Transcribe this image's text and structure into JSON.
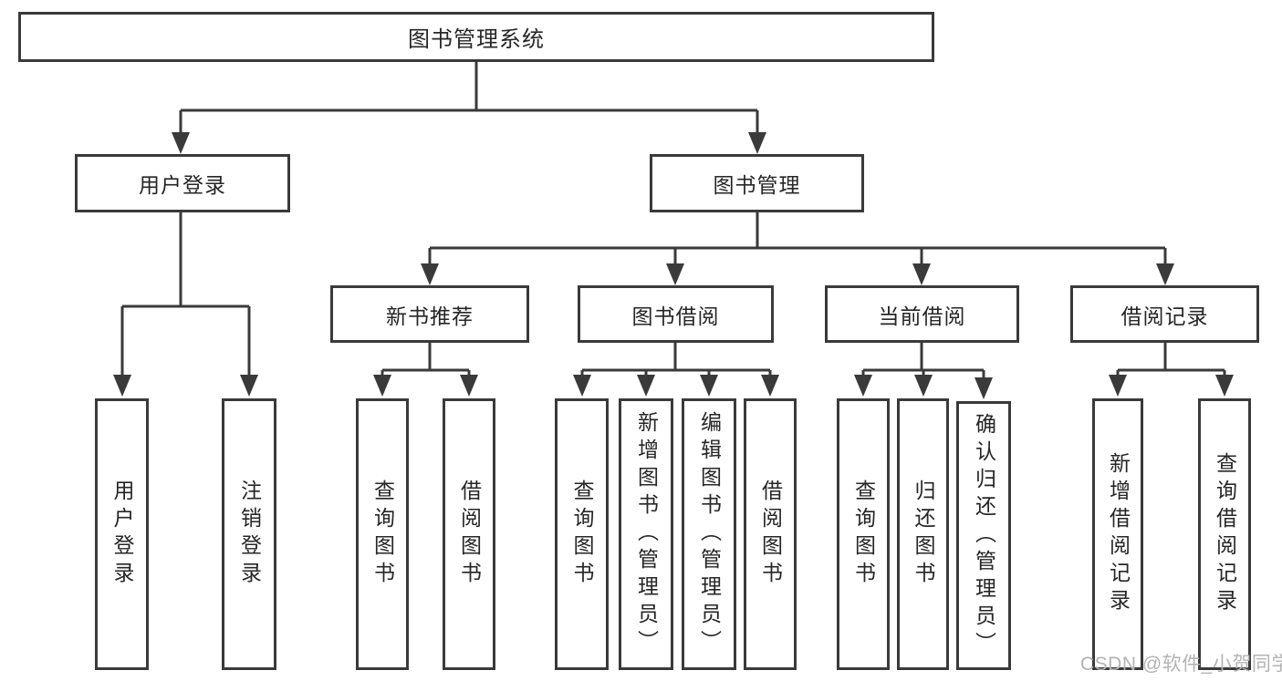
{
  "diagram": {
    "root": {
      "label": "图书管理系统"
    },
    "level2": [
      {
        "label": "用户登录"
      },
      {
        "label": "图书管理"
      }
    ],
    "level3": [
      {
        "label": "新书推荐",
        "parent": "图书管理"
      },
      {
        "label": "图书借阅",
        "parent": "图书管理"
      },
      {
        "label": "当前借阅",
        "parent": "图书管理"
      },
      {
        "label": "借阅记录",
        "parent": "图书管理"
      }
    ],
    "leaves": [
      {
        "label": "用户登录",
        "parent": "用户登录"
      },
      {
        "label": "注销登录",
        "parent": "用户登录"
      },
      {
        "label": "查询图书",
        "parent": "新书推荐"
      },
      {
        "label": "借阅图书",
        "parent": "新书推荐"
      },
      {
        "label": "查询图书",
        "parent": "图书借阅"
      },
      {
        "label": "新增图书（管理员）",
        "parent": "图书借阅"
      },
      {
        "label": "编辑图书（管理员）",
        "parent": "图书借阅"
      },
      {
        "label": "借阅图书",
        "parent": "图书借阅"
      },
      {
        "label": "查询图书",
        "parent": "当前借阅"
      },
      {
        "label": "归还图书",
        "parent": "当前借阅"
      },
      {
        "label": "确认归还（管理员）",
        "parent": "当前借阅"
      },
      {
        "label": "新增借阅记录",
        "parent": "借阅记录"
      },
      {
        "label": "查询借阅记录",
        "parent": "借阅记录"
      }
    ]
  },
  "watermark": {
    "text": "CSDN @软件_小贺同学"
  },
  "colors": {
    "line": "#3a3a3a",
    "box_border": "#3a3a3a",
    "text": "#262626",
    "watermark": "#b3b3b3",
    "background": "#ffffff"
  }
}
